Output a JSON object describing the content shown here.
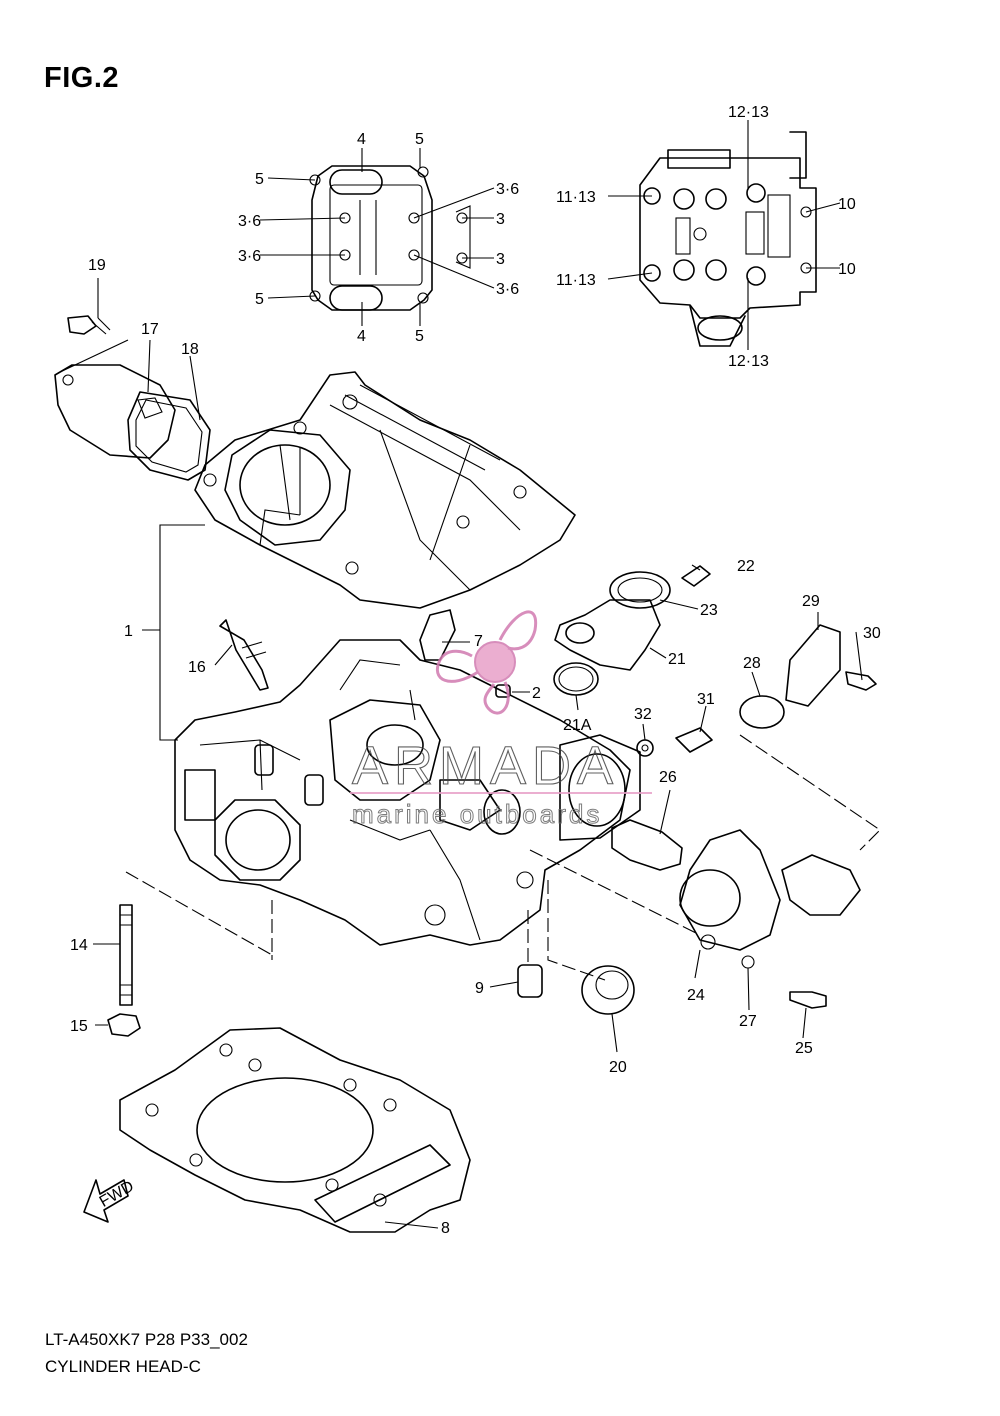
{
  "figure": {
    "title": "FIG.2"
  },
  "footer": {
    "code": "LT-A450XK7 P28 P33_002",
    "name": "CYLINDER HEAD-C"
  },
  "watermark": {
    "brand": "ARMADA",
    "tagline": "marine outboards",
    "accent": "#e8a0c8"
  },
  "fwd_badge": "FWD",
  "callouts": [
    "1",
    "2",
    "3",
    "3",
    "3·6",
    "3·6",
    "3·6",
    "3·6",
    "4",
    "4",
    "5",
    "5",
    "5",
    "5",
    "7",
    "8",
    "9",
    "10",
    "10",
    "11·13",
    "11·13",
    "12·13",
    "12·13",
    "14",
    "15",
    "16",
    "17",
    "18",
    "19",
    "20",
    "21",
    "21A",
    "22",
    "23",
    "24",
    "25",
    "26",
    "27",
    "28",
    "29",
    "30",
    "31",
    "32"
  ]
}
